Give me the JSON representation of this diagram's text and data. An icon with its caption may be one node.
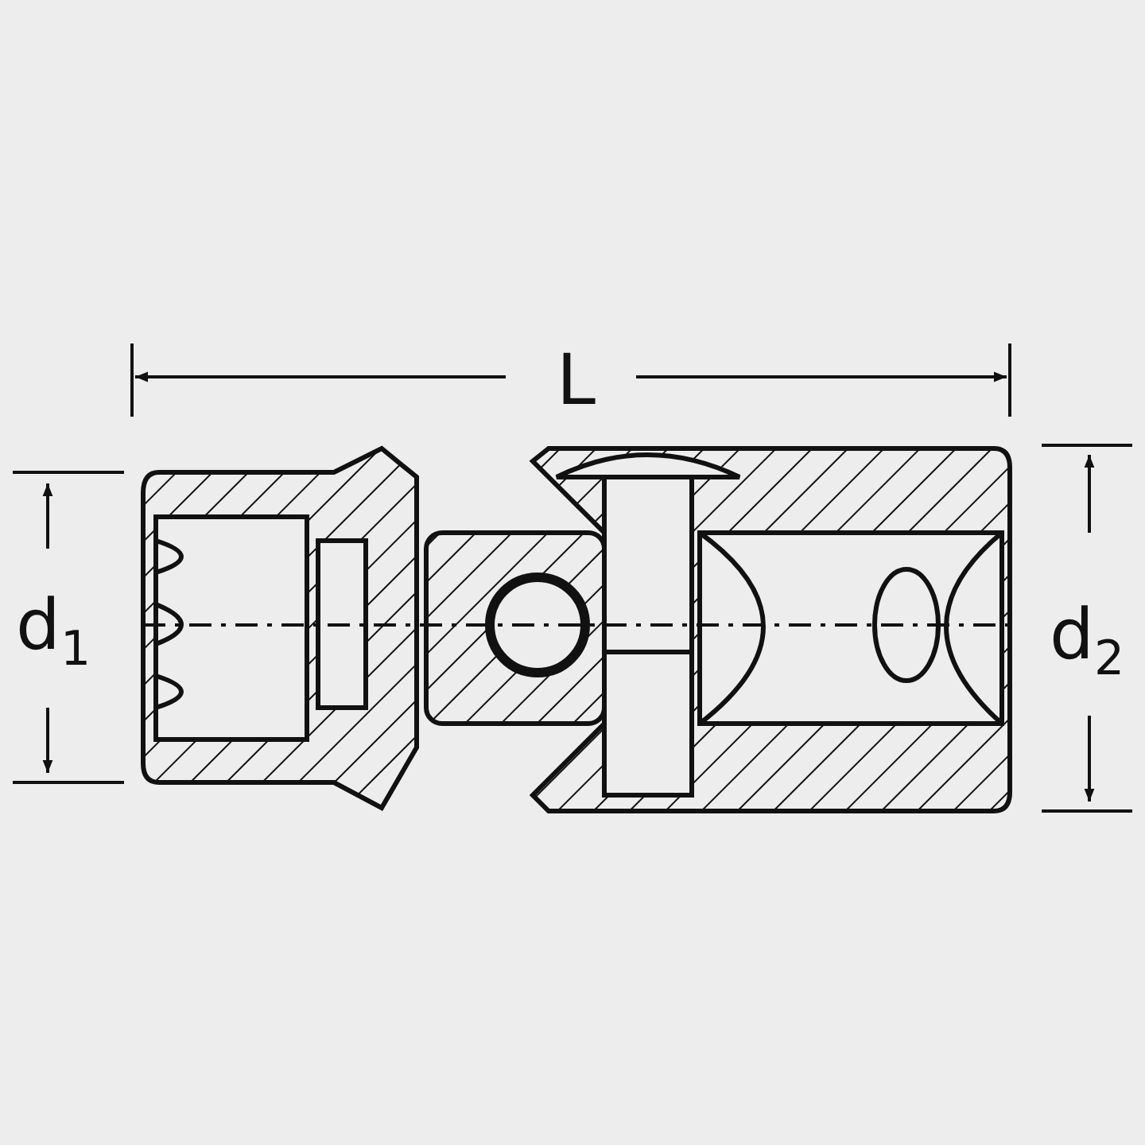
{
  "diagram": {
    "labels": [
      "L",
      "d$_{1}$",
      "d$_{2}$"
    ]
  }
}
